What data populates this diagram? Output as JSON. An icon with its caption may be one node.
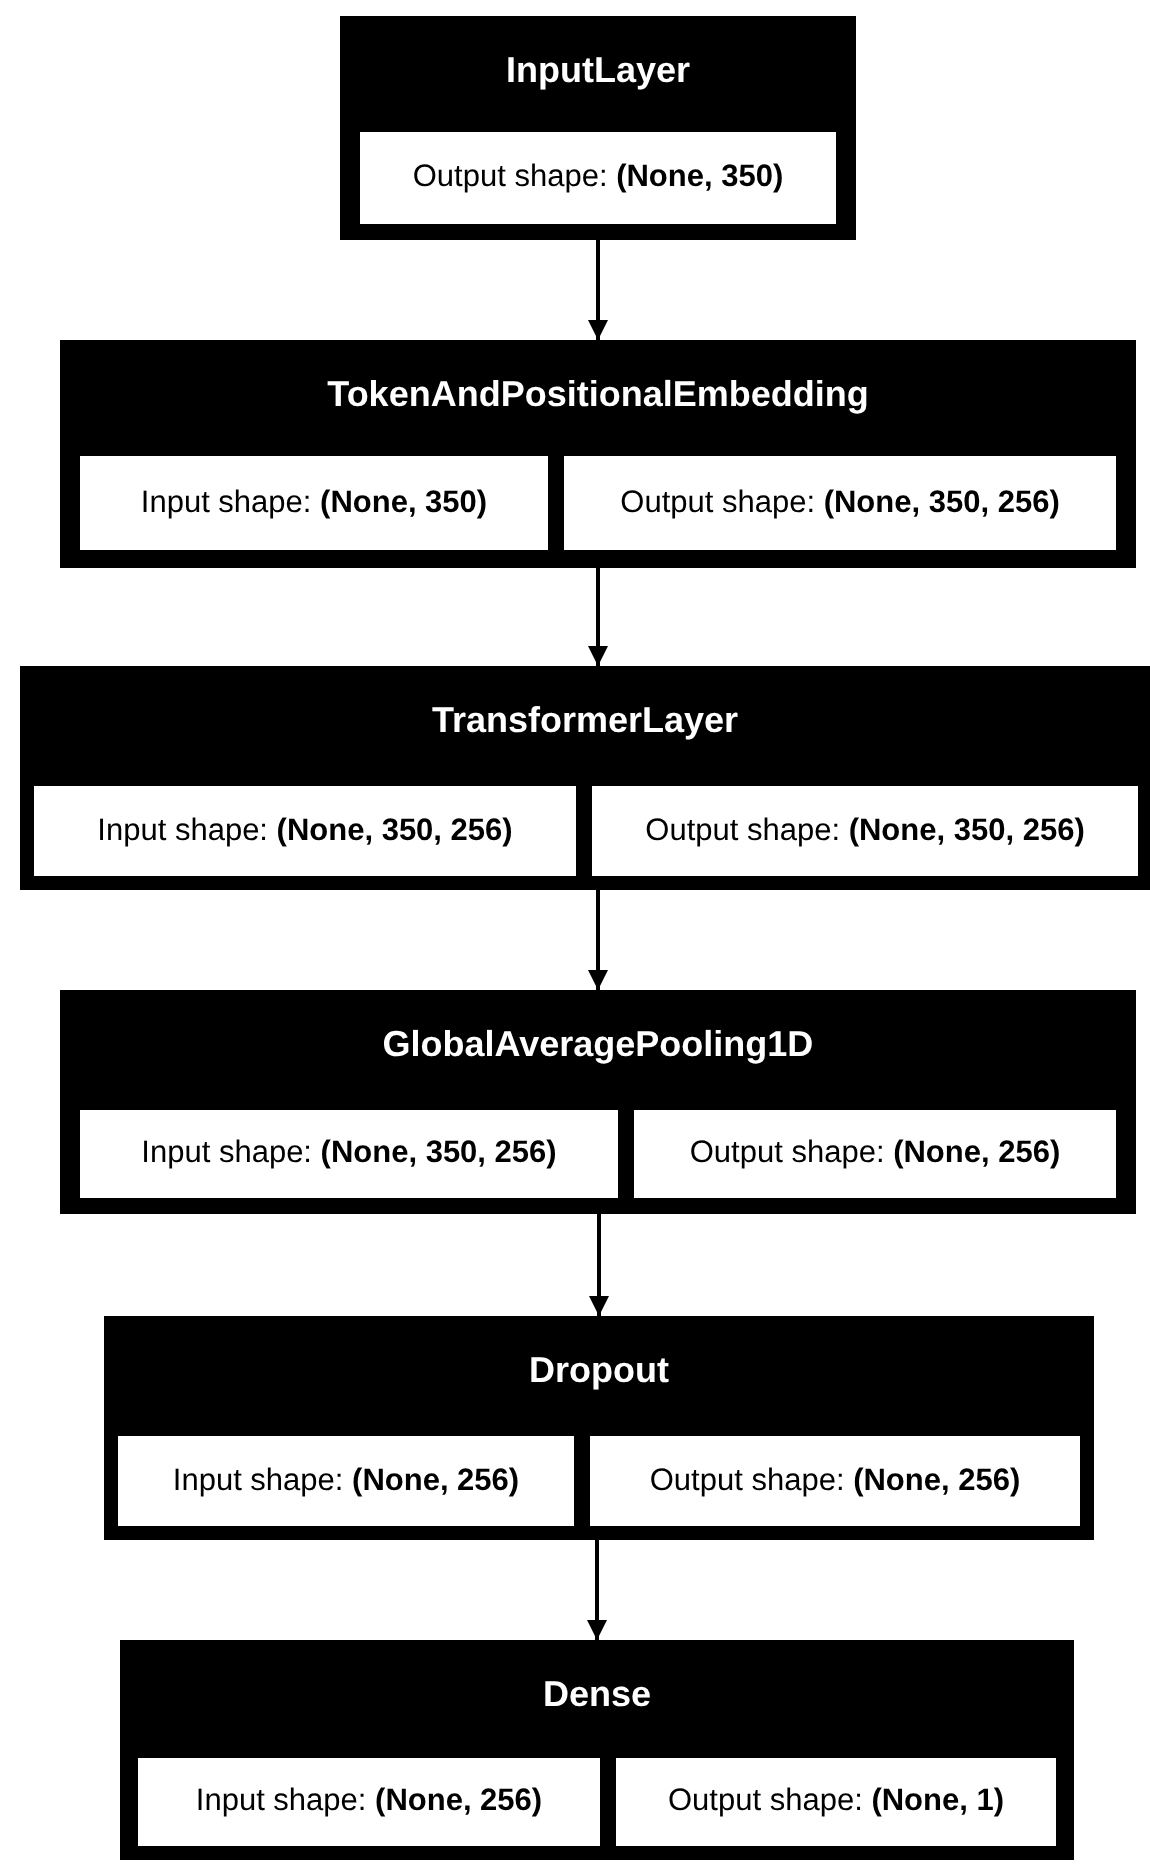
{
  "diagram": {
    "nodes": [
      {
        "text": [
          "InputLayer"
        ]
      },
      {
        "text": [
          "Output shape: **(None, 350)**"
        ],
        "in": 0
      },
      {
        "text": [
          "TokenAndPositionalEmbedding"
        ]
      },
      {
        "text": [
          "Input shape: **(None, 350)**"
        ],
        "in": 2
      },
      {
        "text": [
          "Output shape: **(None, 350, 256)**"
        ],
        "in": 2
      },
      {
        "text": [
          "TransformerLayer"
        ]
      },
      {
        "text": [
          "Input shape: **(None, 350, 256)**"
        ],
        "in": 5
      },
      {
        "text": [
          "Output shape: **(None, 350, 256)**"
        ],
        "in": 5
      },
      {
        "text": [
          "GlobalAveragePooling1D"
        ]
      },
      {
        "text": [
          "Input shape: **(None, 350, 256)**"
        ],
        "in": 8
      },
      {
        "text": [
          "Output shape: **(None, 256)**"
        ],
        "in": 8
      },
      {
        "text": [
          "Dropout"
        ]
      },
      {
        "text": [
          "Input shape: **(None, 256)**"
        ],
        "in": 11
      },
      {
        "text": [
          "Output shape: **(None, 256)**"
        ],
        "in": 11
      },
      {
        "text": [
          "Dense"
        ]
      },
      {
        "text": [
          "Input shape: **(None, 256)**"
        ],
        "in": 14
      },
      {
        "text": [
          "Output shape: **(None, 1)**"
        ],
        "in": 14
      }
    ],
    "edges": [
      {
        "from": 0,
        "to": 2,
        "arrow": "to"
      },
      {
        "from": 2,
        "to": 5,
        "arrow": "to"
      },
      {
        "from": 5,
        "to": 8,
        "arrow": "to"
      },
      {
        "from": 8,
        "to": 11,
        "arrow": "to"
      },
      {
        "from": 11,
        "to": 14,
        "arrow": "to"
      }
    ]
  }
}
